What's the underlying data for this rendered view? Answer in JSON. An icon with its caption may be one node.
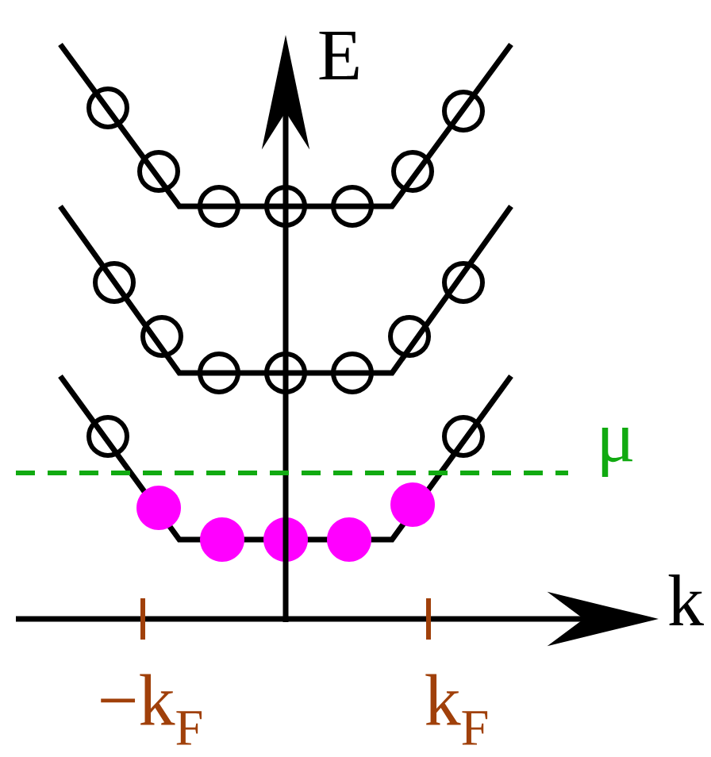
{
  "diagram": {
    "labels": [
      "E",
      "k",
      "μ",
      "−k$_{F}$",
      "k$_{F}$"
    ]
  }
}
